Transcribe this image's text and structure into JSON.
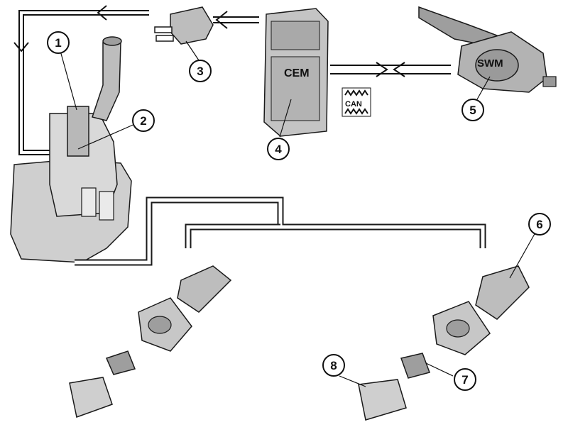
{
  "callouts": [
    "1",
    "2",
    "3",
    "4",
    "5",
    "6",
    "7",
    "8"
  ],
  "labels": {
    "cem": "CEM",
    "swm": "SWM",
    "can": "CAN"
  },
  "colors": {
    "part_fill": "#cfcfcf",
    "part_dark": "#8a8a8a",
    "outline": "#1a1a1a",
    "background": "#ffffff"
  }
}
